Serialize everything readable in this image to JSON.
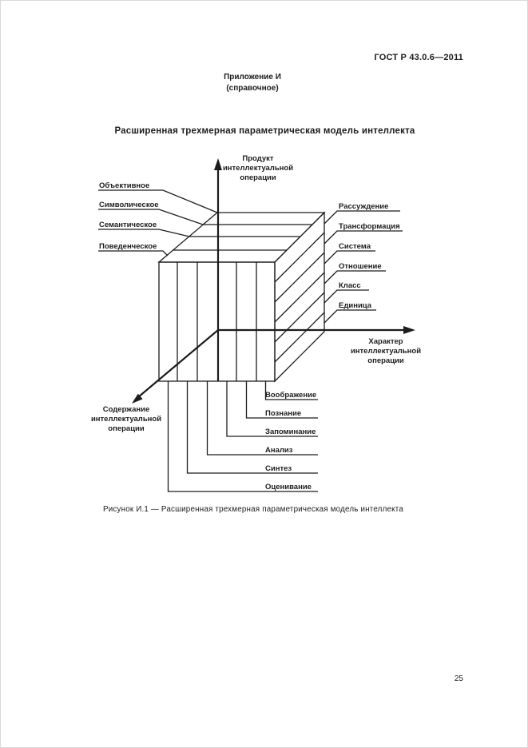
{
  "page": {
    "header": "ГОСТ Р 43.0.6—2011",
    "annex_title": "Приложение И",
    "annex_type": "(справочное)",
    "title": "Расширенная трехмерная параметрическая модель интеллекта",
    "caption": "Рисунок И.1 — Расширенная трехмерная параметрическая модель интеллекта",
    "page_number": "25"
  },
  "diagram": {
    "axis_product": [
      "Продукт",
      "интеллектуальной",
      "операции"
    ],
    "axis_character": [
      "Характер",
      "интеллектуальной",
      "операции"
    ],
    "axis_content": [
      "Содержание",
      "интеллектуальной",
      "операции"
    ],
    "content_types": [
      "Объективное",
      "Символическое",
      "Семантическое",
      "Поведенческое"
    ],
    "product_types": [
      "Рассуждение",
      "Трансформация",
      "Система",
      "Отношение",
      "Класс",
      "Единица"
    ],
    "operation_types": [
      "Воображение",
      "Познание",
      "Запоминание",
      "Анализ",
      "Синтез",
      "Оценивание"
    ],
    "line_color": "#1c1c1c"
  }
}
